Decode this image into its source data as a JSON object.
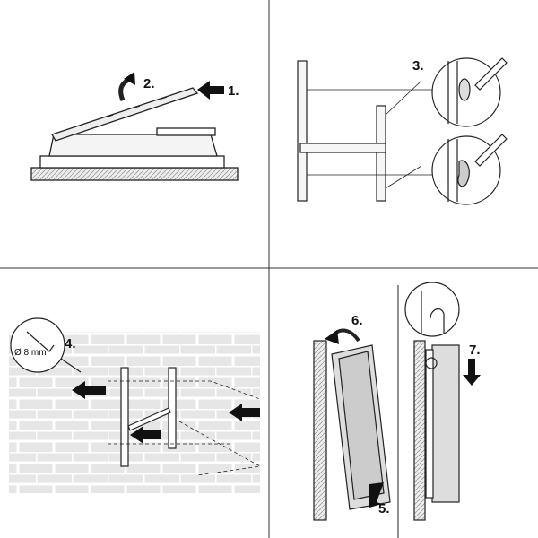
{
  "panels": [
    {
      "step_labels": [
        "1.",
        "2."
      ]
    },
    {
      "step_labels": [
        "3."
      ]
    },
    {
      "step_labels": [
        "4."
      ],
      "drill_size": "Ø 8 mm"
    },
    {
      "step_labels": [
        "5.",
        "6.",
        "7."
      ]
    }
  ],
  "colors": {
    "line": "#222222",
    "panel_fill": "#dddddd",
    "wall_fill": "#e4e4e4",
    "arrow": "#111111"
  }
}
